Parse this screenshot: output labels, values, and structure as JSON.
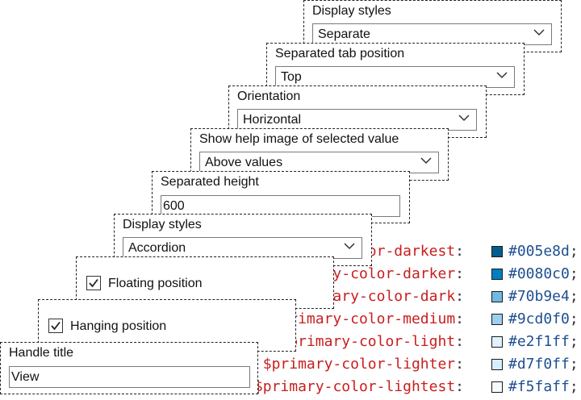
{
  "code": {
    "lines": [
      {
        "var": "$primary-color-darkest",
        "hex": "#005e8d",
        "color": "#005e8d"
      },
      {
        "var": "$primary-color-darker",
        "hex": "#0080c0",
        "color": "#0080c0"
      },
      {
        "var": "$primary-color-dark",
        "hex": "#70b9e4",
        "color": "#70b9e4"
      },
      {
        "var": "$primary-color-medium",
        "hex": "#9cd0f0",
        "color": "#9cd0f0"
      },
      {
        "var": "$primary-color-light",
        "hex": "#e2f1ff",
        "color": "#e2f1ff"
      },
      {
        "var": "$primary-color-lighter",
        "hex": "#d7f0ff",
        "color": "#d7f0ff"
      },
      {
        "var": "$primary-color-lightest",
        "hex": "#f5faff",
        "color": "#f5faff"
      }
    ],
    "colon": ":",
    "semicolon": ";"
  },
  "panels": {
    "display_styles_top": {
      "label": "Display styles",
      "value": "Separate"
    },
    "tab_position": {
      "label": "Separated tab position",
      "value": "Top"
    },
    "orientation": {
      "label": "Orientation",
      "value": "Horizontal"
    },
    "help_image": {
      "label": "Show help image of selected value",
      "value": "Above values"
    },
    "separated_height": {
      "label": "Separated height",
      "value": "600"
    },
    "display_styles_bottom": {
      "label": "Display styles",
      "value": "Accordion"
    },
    "floating_position": {
      "label": "Floating position",
      "checked": true
    },
    "hanging_position": {
      "label": "Hanging position",
      "checked": true
    },
    "handle_title": {
      "label": "Handle title",
      "value": "View"
    }
  },
  "icons": {
    "dropdown": "chevron-down-icon",
    "check": "checkmark-icon"
  }
}
